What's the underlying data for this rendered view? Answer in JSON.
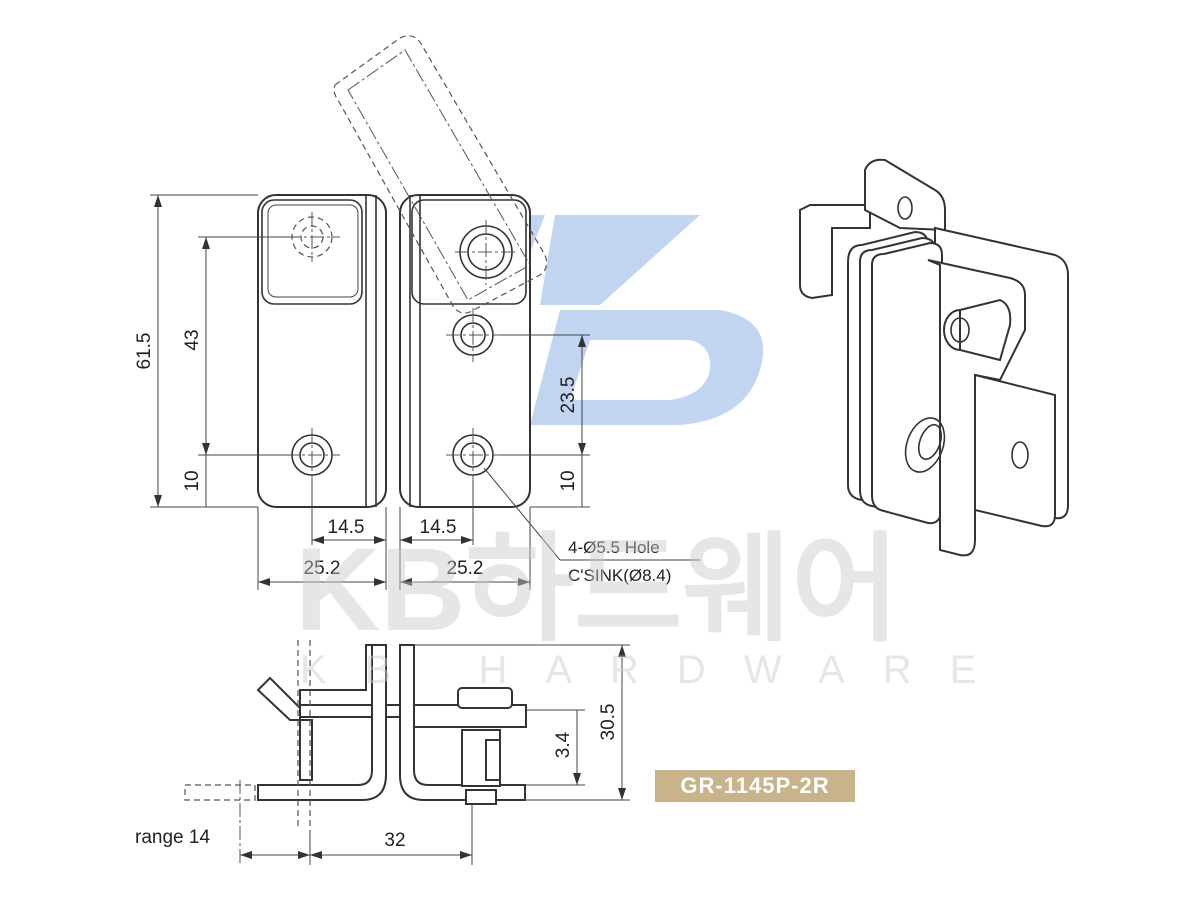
{
  "watermark": {
    "logo_letters": "KB",
    "brand_korean": "KB하드웨어",
    "brand_english": "KB HARDWARE",
    "logo_color": "#8fb3e6"
  },
  "front_view": {
    "dim_total_height": "61.5",
    "dim_upper_hole_height": "43",
    "dim_bottom_offset_left": "10",
    "dim_right_hole_spacing": "23.5",
    "dim_bottom_offset_right": "10",
    "dim_hole_offset_left": "14.5",
    "dim_hole_offset_right": "14.5",
    "dim_width_left": "25.2",
    "dim_width_right": "25.2",
    "hole_note_line1": "4-Ø5.5 Hole",
    "hole_note_line2": "C'SINK(Ø8.4)"
  },
  "side_view": {
    "dim_height": "30.5",
    "dim_pin_height": "3.4",
    "dim_range_label": "range 14",
    "dim_length": "32"
  },
  "model": {
    "code": "GR-1145P-2R",
    "badge_color": "#c9b38a"
  }
}
